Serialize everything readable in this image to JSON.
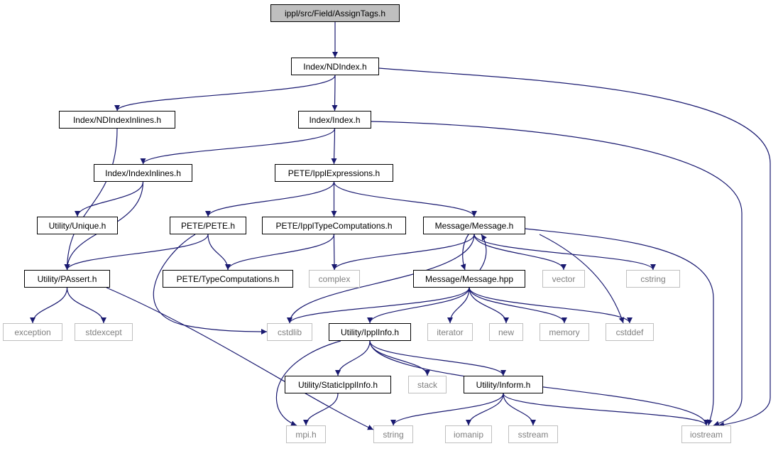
{
  "diagram": {
    "edge_color": "#191970",
    "nodes": [
      {
        "id": "assigntags",
        "label": "ippl/src/Field/AssignTags.h",
        "kind": "root"
      },
      {
        "id": "ndindex",
        "label": "Index/NDIndex.h",
        "kind": "local"
      },
      {
        "id": "ndindexinlines",
        "label": "Index/NDIndexInlines.h",
        "kind": "local"
      },
      {
        "id": "index",
        "label": "Index/Index.h",
        "kind": "local"
      },
      {
        "id": "indexinlines",
        "label": "Index/IndexInlines.h",
        "kind": "local"
      },
      {
        "id": "ipplexpressions",
        "label": "PETE/IpplExpressions.h",
        "kind": "local"
      },
      {
        "id": "unique",
        "label": "Utility/Unique.h",
        "kind": "local"
      },
      {
        "id": "pete",
        "label": "PETE/PETE.h",
        "kind": "local"
      },
      {
        "id": "ippltypecomp",
        "label": "PETE/IpplTypeComputations.h",
        "kind": "local"
      },
      {
        "id": "message",
        "label": "Message/Message.h",
        "kind": "local"
      },
      {
        "id": "passert",
        "label": "Utility/PAssert.h",
        "kind": "local"
      },
      {
        "id": "typecomp",
        "label": "PETE/TypeComputations.h",
        "kind": "local"
      },
      {
        "id": "complex",
        "label": "complex",
        "kind": "system"
      },
      {
        "id": "messagehpp",
        "label": "Message/Message.hpp",
        "kind": "local"
      },
      {
        "id": "vector",
        "label": "vector",
        "kind": "system"
      },
      {
        "id": "cstring",
        "label": "cstring",
        "kind": "system"
      },
      {
        "id": "exception",
        "label": "exception",
        "kind": "system"
      },
      {
        "id": "stdexcept",
        "label": "stdexcept",
        "kind": "system"
      },
      {
        "id": "cstdlib",
        "label": "cstdlib",
        "kind": "system"
      },
      {
        "id": "ipplinfo",
        "label": "Utility/IpplInfo.h",
        "kind": "local"
      },
      {
        "id": "iterator",
        "label": "iterator",
        "kind": "system"
      },
      {
        "id": "new",
        "label": "new",
        "kind": "system"
      },
      {
        "id": "memory",
        "label": "memory",
        "kind": "system"
      },
      {
        "id": "cstddef",
        "label": "cstddef",
        "kind": "system"
      },
      {
        "id": "staticipplinfo",
        "label": "Utility/StaticIpplInfo.h",
        "kind": "local"
      },
      {
        "id": "stack",
        "label": "stack",
        "kind": "system"
      },
      {
        "id": "inform",
        "label": "Utility/Inform.h",
        "kind": "local"
      },
      {
        "id": "mpi",
        "label": "mpi.h",
        "kind": "system"
      },
      {
        "id": "string",
        "label": "string",
        "kind": "system"
      },
      {
        "id": "iomanip",
        "label": "iomanip",
        "kind": "system"
      },
      {
        "id": "sstream",
        "label": "sstream",
        "kind": "system"
      },
      {
        "id": "iostream",
        "label": "iostream",
        "kind": "system"
      }
    ],
    "edges": [
      [
        "assigntags",
        "ndindex"
      ],
      [
        "ndindex",
        "ndindexinlines"
      ],
      [
        "ndindex",
        "index"
      ],
      [
        "ndindex",
        "iostream"
      ],
      [
        "ndindexinlines",
        "passert"
      ],
      [
        "index",
        "indexinlines"
      ],
      [
        "index",
        "ipplexpressions"
      ],
      [
        "index",
        "iostream"
      ],
      [
        "indexinlines",
        "unique"
      ],
      [
        "indexinlines",
        "passert"
      ],
      [
        "ipplexpressions",
        "pete"
      ],
      [
        "ipplexpressions",
        "ippltypecomp"
      ],
      [
        "ipplexpressions",
        "message"
      ],
      [
        "pete",
        "passert"
      ],
      [
        "pete",
        "typecomp"
      ],
      [
        "pete",
        "cstdlib"
      ],
      [
        "ippltypecomp",
        "typecomp"
      ],
      [
        "ippltypecomp",
        "complex"
      ],
      [
        "message",
        "complex"
      ],
      [
        "message",
        "messagehpp"
      ],
      [
        "message",
        "vector"
      ],
      [
        "message",
        "cstring"
      ],
      [
        "message",
        "cstdlib"
      ],
      [
        "message",
        "cstddef"
      ],
      [
        "message",
        "iostream"
      ],
      [
        "messagehpp",
        "message"
      ],
      [
        "messagehpp",
        "cstdlib"
      ],
      [
        "messagehpp",
        "ipplinfo"
      ],
      [
        "messagehpp",
        "iterator"
      ],
      [
        "messagehpp",
        "new"
      ],
      [
        "messagehpp",
        "memory"
      ],
      [
        "messagehpp",
        "cstddef"
      ],
      [
        "passert",
        "exception"
      ],
      [
        "passert",
        "stdexcept"
      ],
      [
        "passert",
        "string"
      ],
      [
        "ipplinfo",
        "staticipplinfo"
      ],
      [
        "ipplinfo",
        "stack"
      ],
      [
        "ipplinfo",
        "inform"
      ],
      [
        "ipplinfo",
        "mpi"
      ],
      [
        "ipplinfo",
        "iostream"
      ],
      [
        "staticipplinfo",
        "mpi"
      ],
      [
        "inform",
        "string"
      ],
      [
        "inform",
        "iomanip"
      ],
      [
        "inform",
        "sstream"
      ],
      [
        "inform",
        "iostream"
      ]
    ]
  }
}
